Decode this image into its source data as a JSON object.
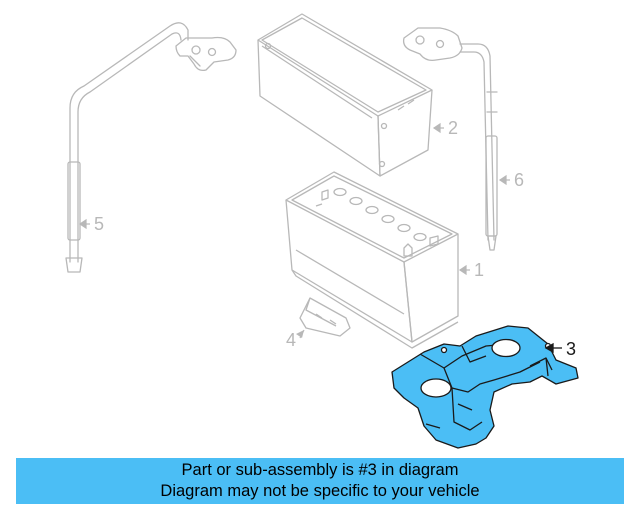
{
  "colors": {
    "faded_line": "#b8b8b8",
    "highlight_fill": "#4bbef5",
    "highlight_stroke": "#1a1a1a",
    "banner_bg": "#4bbef5"
  },
  "callouts": {
    "c1": "1",
    "c2": "2",
    "c3": "3",
    "c4": "4",
    "c5": "5",
    "c6": "6"
  },
  "banner": {
    "line1": "Part or sub-assembly is #3 in diagram",
    "line2": "Diagram may not be specific to your vehicle"
  }
}
